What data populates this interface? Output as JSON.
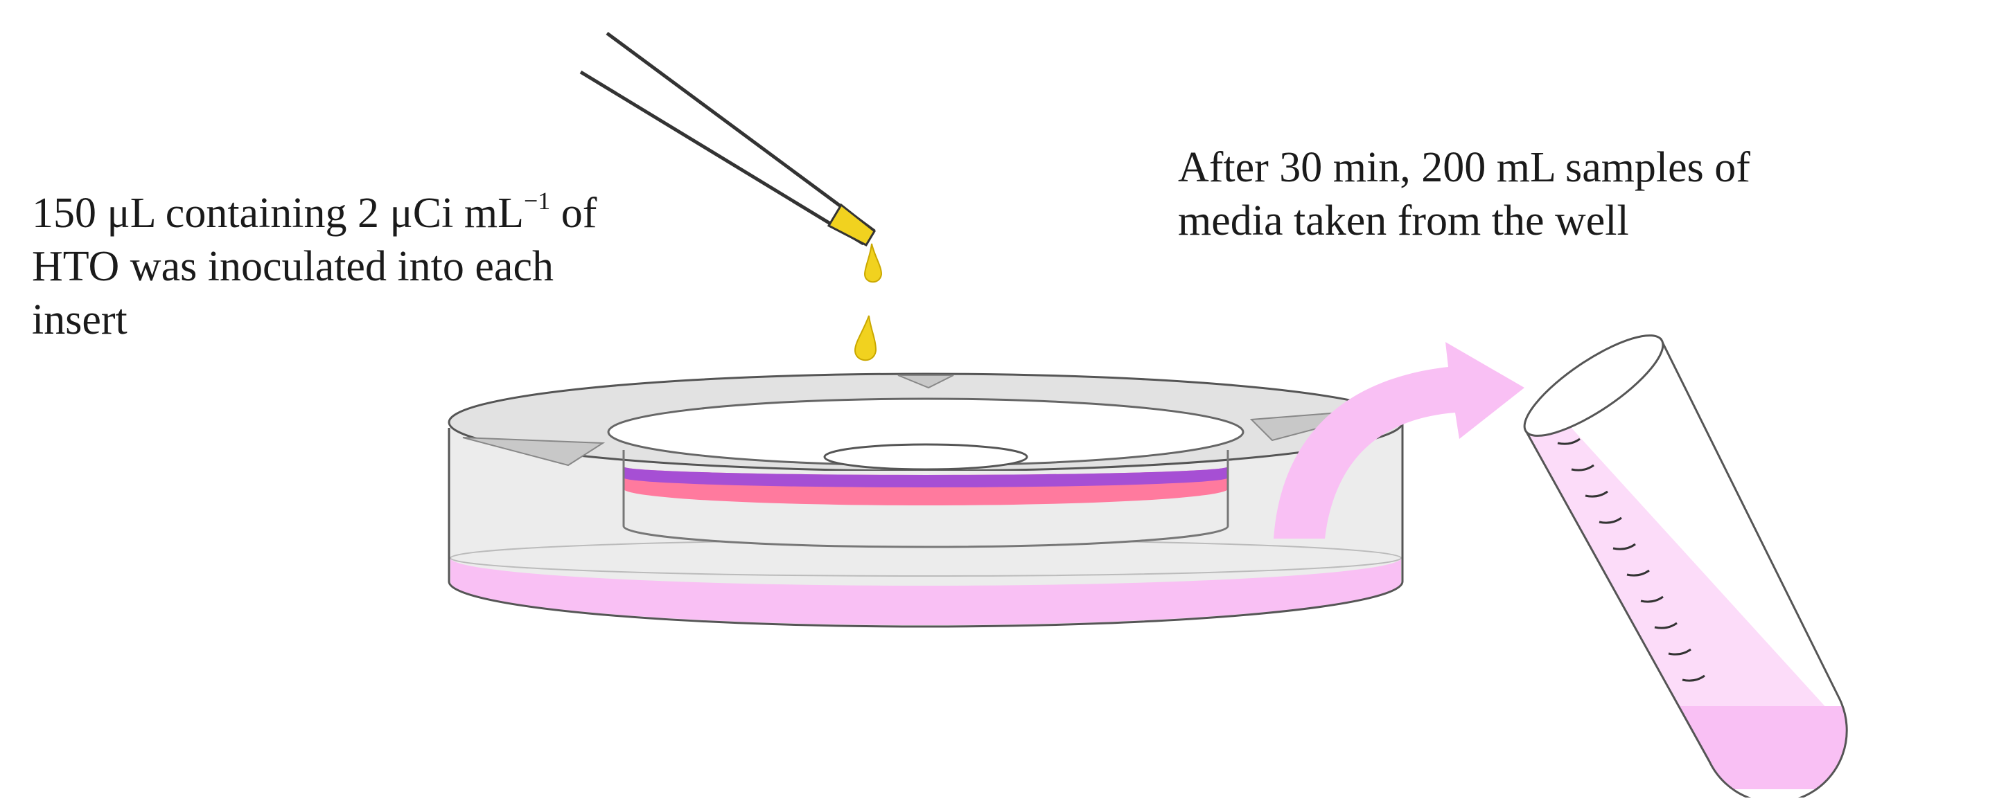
{
  "annotations": {
    "inoculation": {
      "line1_prefix": "150 μL containing 2 μCi mL",
      "line1_exponent": "−1",
      "line1_suffix": " of",
      "line2": "HTO was inoculated into each",
      "line3": "insert"
    },
    "sampling": {
      "line1": "After 30 min, 200 mL samples of",
      "line2": "media taken from the well"
    }
  },
  "colors": {
    "outline": "#555555",
    "well_wall": "#e6e6e6",
    "well_rim": "#dcdcdc",
    "media": "#f9c0f4",
    "membrane_top": "#a64fd4",
    "membrane_bottom": "#ff7a9e",
    "droplet": "#f1d21f",
    "arrow": "#f9c0f4"
  },
  "icons": {
    "pipette": "pipette-icon",
    "droplet": "droplet-icon",
    "transfer_arrow": "curved-arrow-icon",
    "tube": "test-tube-icon"
  }
}
